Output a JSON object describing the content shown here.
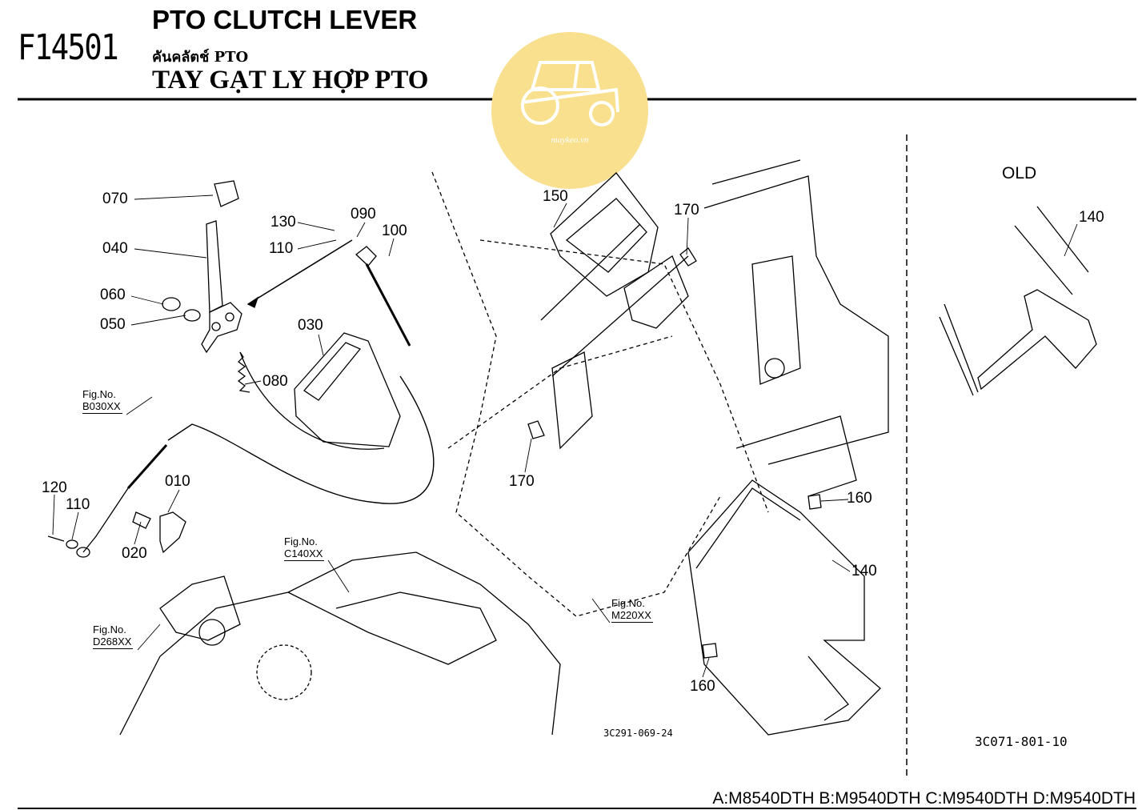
{
  "header": {
    "figure_code": "F14501",
    "title_en": "PTO CLUTCH LEVER",
    "title_th": "คันคลัตช์ PTO",
    "title_vi": "TAY GẠT LY HỢP PTO"
  },
  "watermark": {
    "text": "maykeo.vn",
    "icon": "tractor-logo-icon",
    "color": "#f8e08e"
  },
  "callouts": {
    "c070": "070",
    "c040": "040",
    "c060": "060",
    "c050": "050",
    "c130": "130",
    "c090": "090",
    "c100": "100",
    "c110_top": "110",
    "c030": "030",
    "c080": "080",
    "c150": "150",
    "c170_top": "170",
    "c170_mid": "170",
    "c120": "120",
    "c110_bot": "110",
    "c010": "010",
    "c020": "020",
    "c160_top": "160",
    "c140_main": "140",
    "c160_bot": "160",
    "c140_old": "140"
  },
  "figure_refs": {
    "b030": {
      "label": "Fig.No.",
      "code": "B030XX"
    },
    "c140": {
      "label": "Fig.No.",
      "code": "C140XX"
    },
    "d268": {
      "label": "Fig.No.",
      "code": "D268XX"
    },
    "m220": {
      "label": "Fig.No.",
      "code": "M220XX"
    }
  },
  "old_section": {
    "label": "OLD",
    "drawing_no": "3C071-801-10"
  },
  "drawing_no_main": "3C291-069-24",
  "footer": {
    "models": "A:M8540DTH B:M9540DTH C:M9540DTH D:M9540DTH"
  }
}
